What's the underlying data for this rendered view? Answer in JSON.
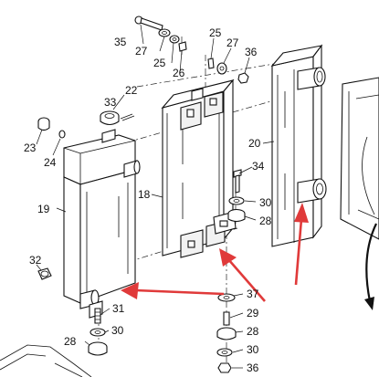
{
  "diagram": {
    "labels": {
      "l22": "22",
      "l23": "23",
      "l24": "24",
      "l19": "19",
      "l32": "32",
      "l33": "33",
      "l35": "35",
      "l27a": "27",
      "l25a": "25",
      "l26": "26",
      "l25b": "25",
      "l27b": "27",
      "l36a": "36",
      "l18": "18",
      "l20": "20",
      "l34": "34",
      "l30a": "30",
      "l28a": "28",
      "l37": "37",
      "l29": "29",
      "l28b": "28",
      "l30b": "30",
      "l36b": "36",
      "l31": "31",
      "l30c": "30",
      "l28c": "28"
    },
    "colors": {
      "arrow": "#e03a3a",
      "line": "#111111"
    }
  }
}
